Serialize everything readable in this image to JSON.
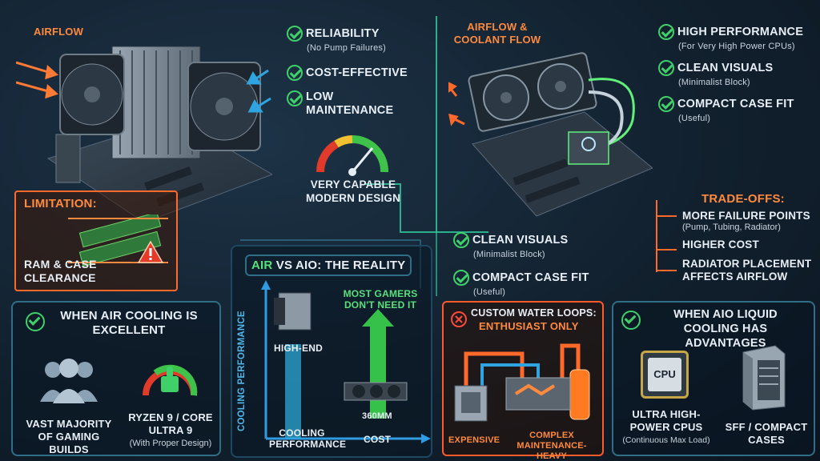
{
  "left": {
    "airflow_label": "AIRFLOW",
    "pros": [
      {
        "label": "RELIABILITY",
        "sub": "(No Pump Failures)"
      },
      {
        "label": "COST-EFFECTIVE",
        "sub": ""
      },
      {
        "label": "LOW MAINTENANCE",
        "sub": ""
      }
    ],
    "gauge_caption": "VERY CAPABLE MODERN DESIGN",
    "limitation": {
      "title": "LIMITATION:",
      "text": "RAM & CASE CLEARANCE"
    },
    "when_air": {
      "title": "WHEN AIR COOLING IS EXCELLENT",
      "item1": "VAST MAJORITY OF GAMING BUILDS",
      "item2": "RYZEN 9 / CORE ULTRA 9",
      "item2_sub": "(With Proper Design)"
    }
  },
  "right": {
    "airflow_label": "AIRFLOW & COOLANT FLOW",
    "pros": [
      {
        "label": "HIGH PERFORMANCE",
        "sub": "(For Very High Power CPUs)"
      },
      {
        "label": "CLEAN VISUALS",
        "sub": "(Minimalist Block)"
      },
      {
        "label": "COMPACT CASE FIT",
        "sub": "(Useful)"
      }
    ],
    "tradeoffs": {
      "title": "TRADE-OFFS:",
      "items": [
        {
          "label": "MORE FAILURE POINTS",
          "sub": "(Pump, Tubing, Radiator)"
        },
        {
          "label": "HIGHER COST",
          "sub": ""
        },
        {
          "label": "RADIATOR PLACEMENT AFFECTS AIRFLOW",
          "sub": ""
        }
      ]
    },
    "when_aio": {
      "title": "WHEN AIO LIQUID COOLING HAS ADVANTAGES",
      "cpu_chip": "CPU",
      "item1": "ULTRA HIGH-POWER CPUs",
      "item1_sub": "(Continuous Max Load)",
      "item2": "SFF / COMPACT CASES"
    }
  },
  "center": {
    "pros": [
      {
        "label": "CLEAN VISUALS",
        "sub": "(Minimalist Block)"
      },
      {
        "label": "COMPACT CASE FIT",
        "sub": "(Useful)"
      }
    ],
    "reality": {
      "title_air": "AIR",
      "title_rest": " vs AIO: THE REALITY",
      "y_axis": "COOLING PERFORMANCE",
      "high_end": "HIGH-END",
      "most_gamers": "MOST GAMERS DON'T NEED IT",
      "mm": "360mm",
      "x_left": "COOLING PERFORMANCE",
      "x_right": "COST"
    },
    "custom": {
      "title_line1": "CUSTOM WATER LOOPS:",
      "title_line2": "ENTHUSIAST ONLY",
      "expensive": "EXPENSIVE",
      "complex": "COMPLEX MAINTENANCE-HEAVY"
    }
  },
  "colors": {
    "accent_green": "#3fd06a",
    "accent_orange": "#ff8a3d",
    "panel_border": "#2f6e86"
  }
}
